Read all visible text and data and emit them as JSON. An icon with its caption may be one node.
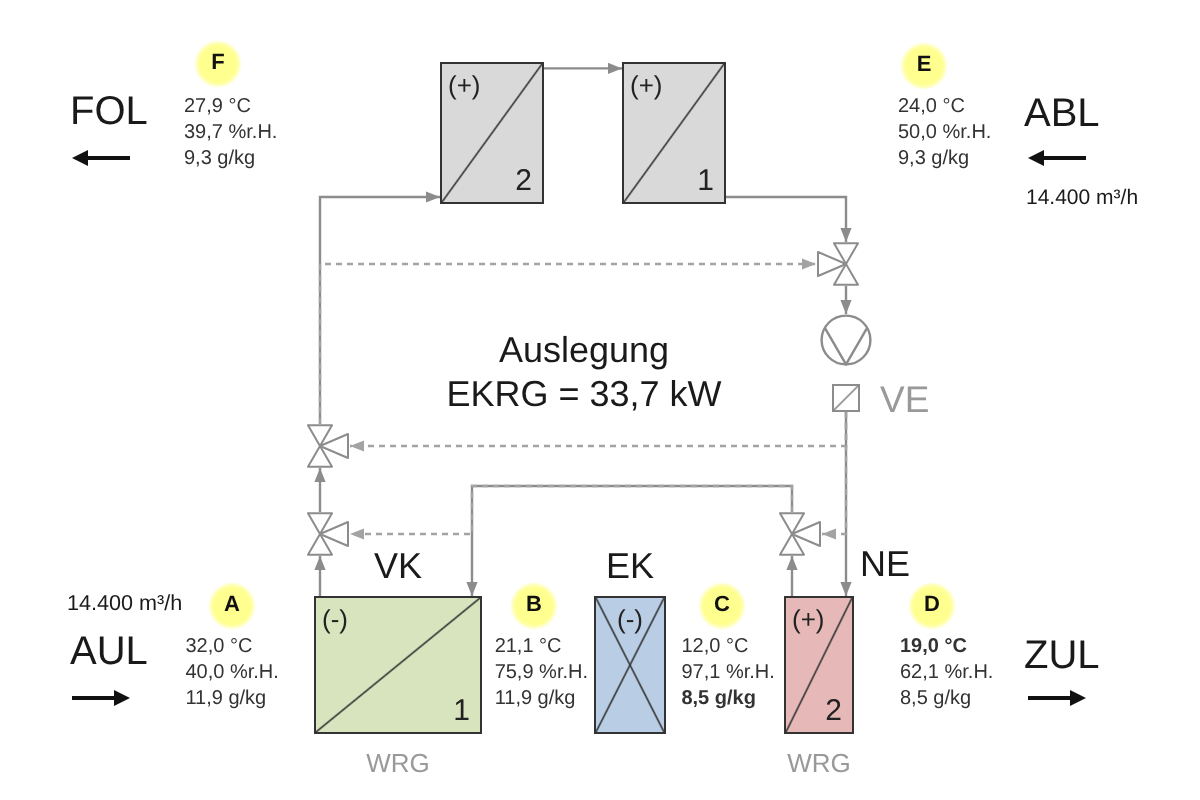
{
  "diagram": {
    "nodes": [
      {
        "text": [
          "F"
        ],
        "beside": [
          "27,9 °C 39,7 %r.H. 9,3 g/kg"
        ]
      },
      {
        "text": [
          "(+)",
          "2"
        ]
      },
      {
        "text": [
          "(+)",
          "1"
        ]
      },
      {
        "text": [
          "E"
        ],
        "beside": [
          "24,0 °C 50,0 %r.H. 9,3 g/kg"
        ]
      },
      {
        "text": [],
        "shape": "valve"
      },
      {
        "text": [],
        "shape": "circle"
      },
      {
        "text": [],
        "shape": "box",
        "beside": [
          "VE"
        ]
      },
      {
        "text": [],
        "shape": "valve"
      },
      {
        "text": [],
        "shape": "valve"
      },
      {
        "text": [],
        "shape": "valve"
      },
      {
        "text": [
          "A"
        ],
        "beside": [
          "32,0 °C 40,0 %r.H. 11,9 g/kg"
        ]
      },
      {
        "text": [
          "VK",
          "(-)",
          "1"
        ],
        "beside": [
          "WRG"
        ]
      },
      {
        "text": [
          "B"
        ],
        "beside": [
          "21,1 °C 75,9 %r.H. 11,9 g/kg"
        ]
      },
      {
        "text": [
          "EK",
          "(-)"
        ]
      },
      {
        "text": [
          "C"
        ],
        "beside": [
          "12,0 °C 97,1 %r.H. **8,5 g/kg**"
        ]
      },
      {
        "text": [
          "NE",
          "(+)",
          "2"
        ],
        "beside": [
          "WRG"
        ]
      },
      {
        "text": [
          "D"
        ],
        "beside": [
          "**19,0 °C** 62,1 %r.H. 8,5 g/kg"
        ]
      }
    ],
    "edges": [
      {
        "from": 7,
        "to": 1,
        "arrow": "to"
      },
      {
        "from": 1,
        "to": 2,
        "arrow": "to"
      },
      {
        "from": 2,
        "to": 4,
        "arrow": "to"
      },
      {
        "from": 4,
        "to": 5,
        "arrow": "to"
      },
      {
        "from": 6,
        "to": 15,
        "arrow": "to"
      },
      {
        "from": 15,
        "to": 9,
        "arrow": "to"
      },
      {
        "from": 9,
        "to": 11,
        "arrow": "to"
      },
      {
        "from": 11,
        "to": 8,
        "arrow": "to"
      },
      {
        "from": 8,
        "to": 7,
        "arrow": "to"
      },
      {
        "from": 7,
        "to": 4,
        "arrow": "to",
        "style": "dashed"
      },
      {
        "from": 6,
        "to": 7,
        "arrow": "to",
        "style": "dashed"
      },
      {
        "from": 6,
        "to": 9,
        "arrow": "to",
        "style": "dashed"
      },
      {
        "from": 9,
        "to": 8,
        "arrow": "to",
        "style": "dashed"
      }
    ],
    "labels": [
      "FOL",
      "ABL",
      "14.400 m³/h",
      "Auslegung",
      "EKRG = 33,7 kW",
      "14.400 m³/h",
      "AUL",
      "ZUL"
    ]
  }
}
